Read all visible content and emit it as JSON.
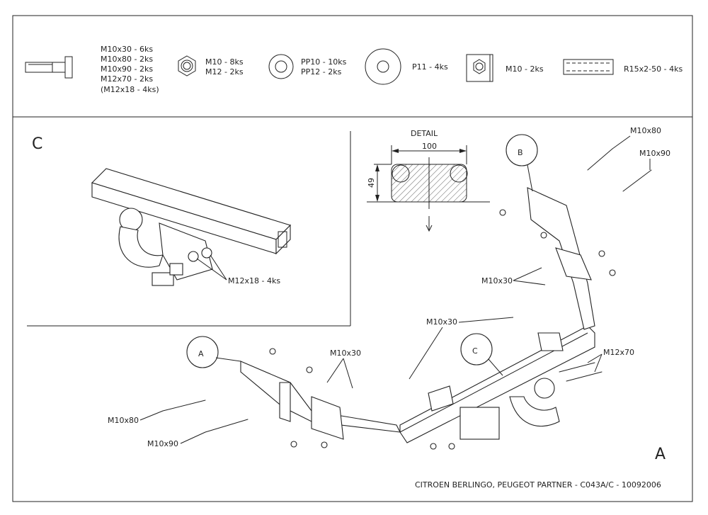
{
  "parts": {
    "bolts": [
      "M10x30 - 6ks",
      "M10x80 - 2ks",
      "M10x90 - 2ks",
      "M12x70 - 2ks",
      "(M12x18 - 4ks)"
    ],
    "nuts": [
      "M10 - 8ks",
      "M12 - 2ks"
    ],
    "washers": [
      "PP10 - 10ks",
      "PP12 - 2ks"
    ],
    "large_washer": "P11 - 4ks",
    "cage_nut": "M10 - 2ks",
    "spacer_tube": "R15x2-50 - 4ks"
  },
  "detail": {
    "title": "DETAIL",
    "width": "100",
    "height": "49"
  },
  "callouts": {
    "a": "A",
    "b": "B",
    "c": "C",
    "panel_c": "C",
    "view_a": "A"
  },
  "labels": {
    "m12x18": "M12x18 - 4ks",
    "m10x80_top": "M10x80",
    "m10x90_top": "M10x90",
    "m10x30_right": "M10x30",
    "m10x30_mid": "M10x30",
    "m10x30_left": "M10x30",
    "m12x70": "M12x70",
    "m10x80_left": "M10x80",
    "m10x90_left": "M10x90"
  },
  "footer": "CITROEN BERLINGO, PEUGEOT PARTNER - C043A/C - 10092006"
}
